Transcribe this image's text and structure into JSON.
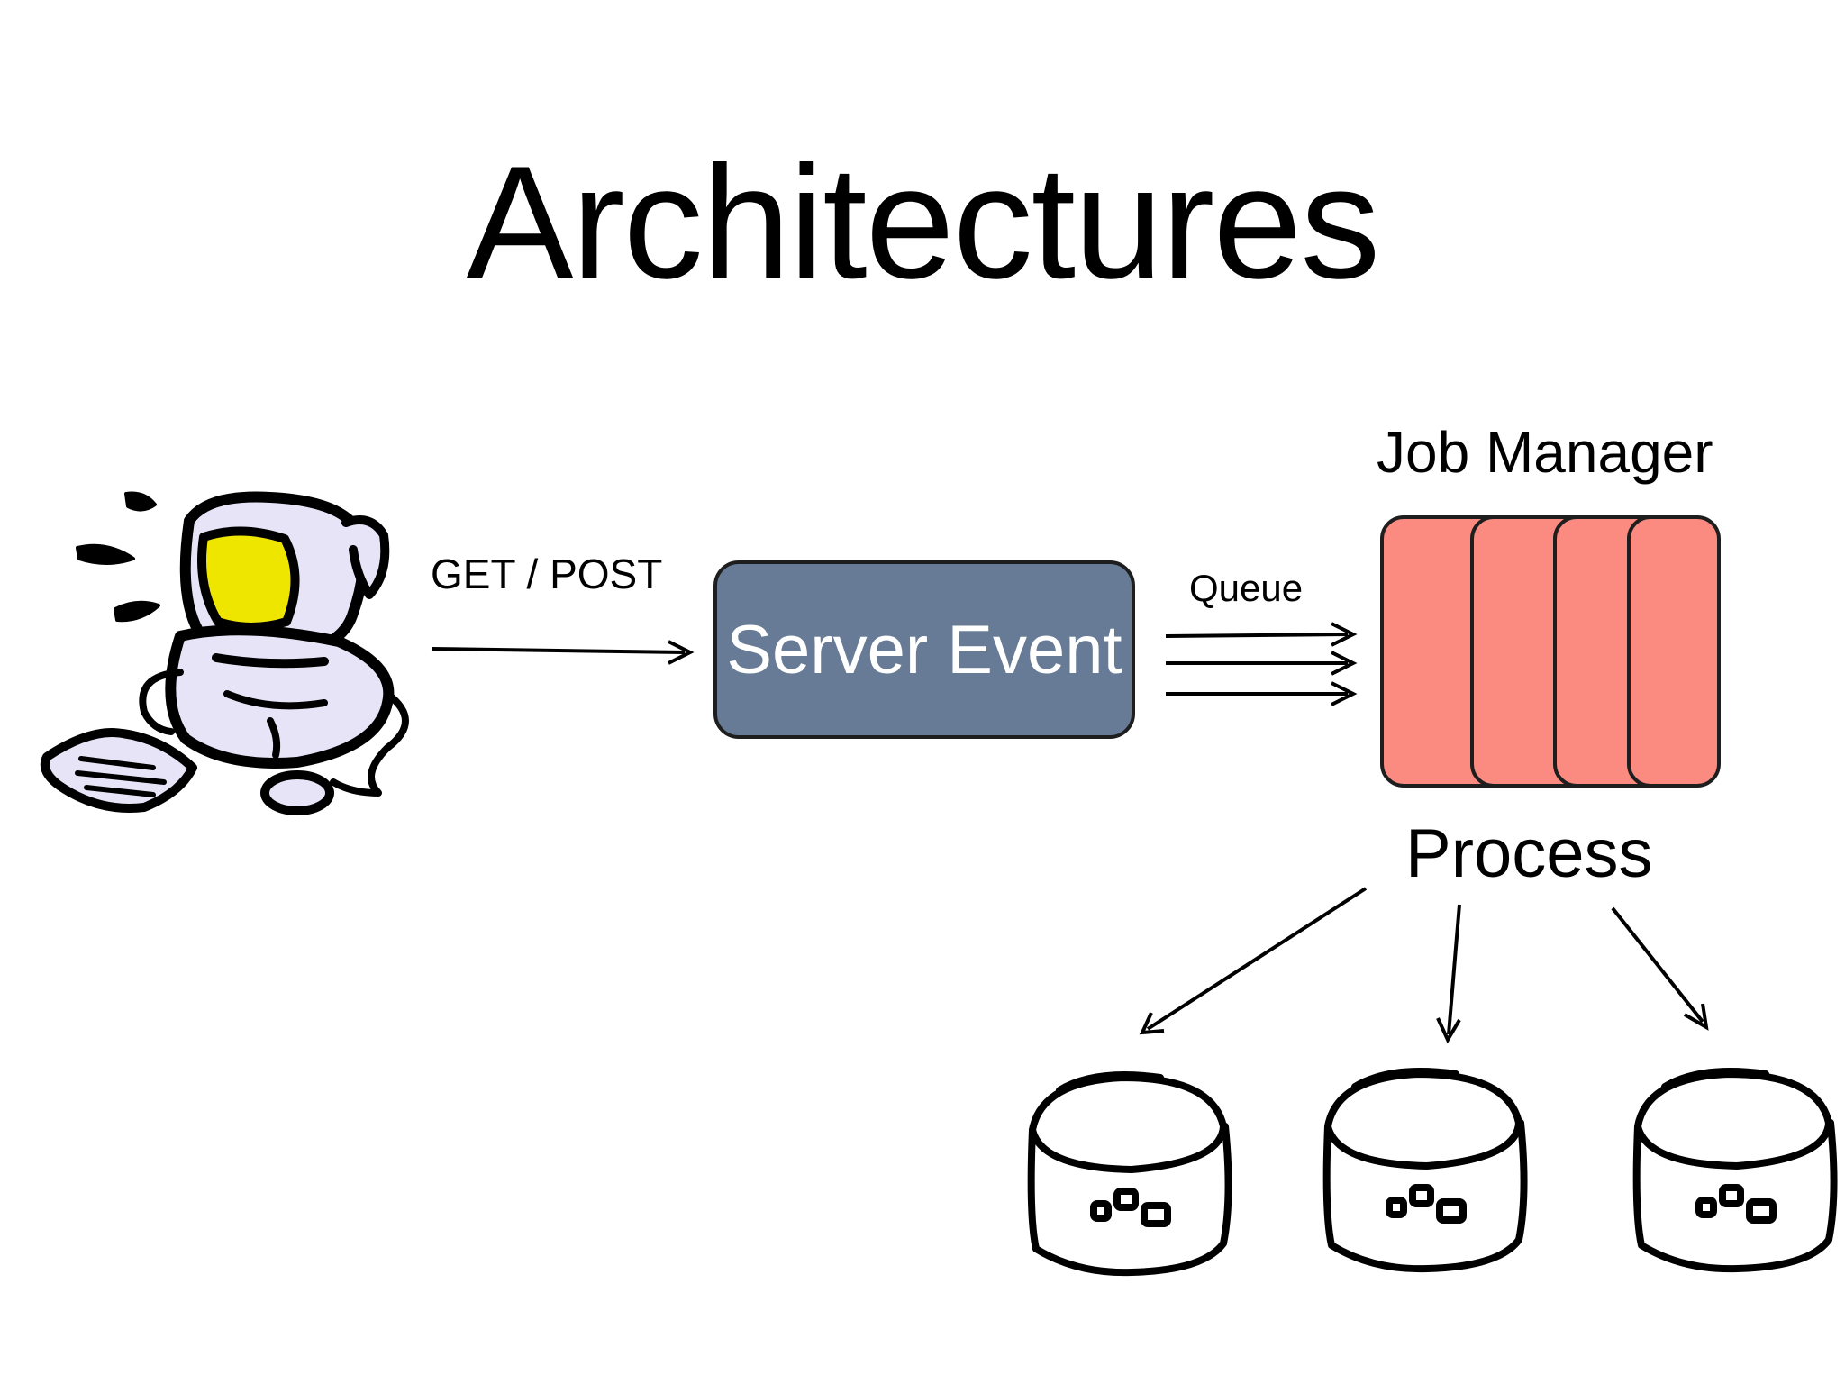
{
  "slide": {
    "title": "Architectures",
    "client": {
      "icon": "computer-icon"
    },
    "request_label": "GET / POST",
    "server": {
      "label": "Server Event",
      "color": "#687b96"
    },
    "queue_label": "Queue",
    "job_manager": {
      "label": "Job Manager",
      "color": "#fb8b80"
    },
    "process_label": "Process",
    "databases": [
      {
        "icon": "database-icon"
      },
      {
        "icon": "database-icon"
      },
      {
        "icon": "database-icon"
      }
    ]
  }
}
